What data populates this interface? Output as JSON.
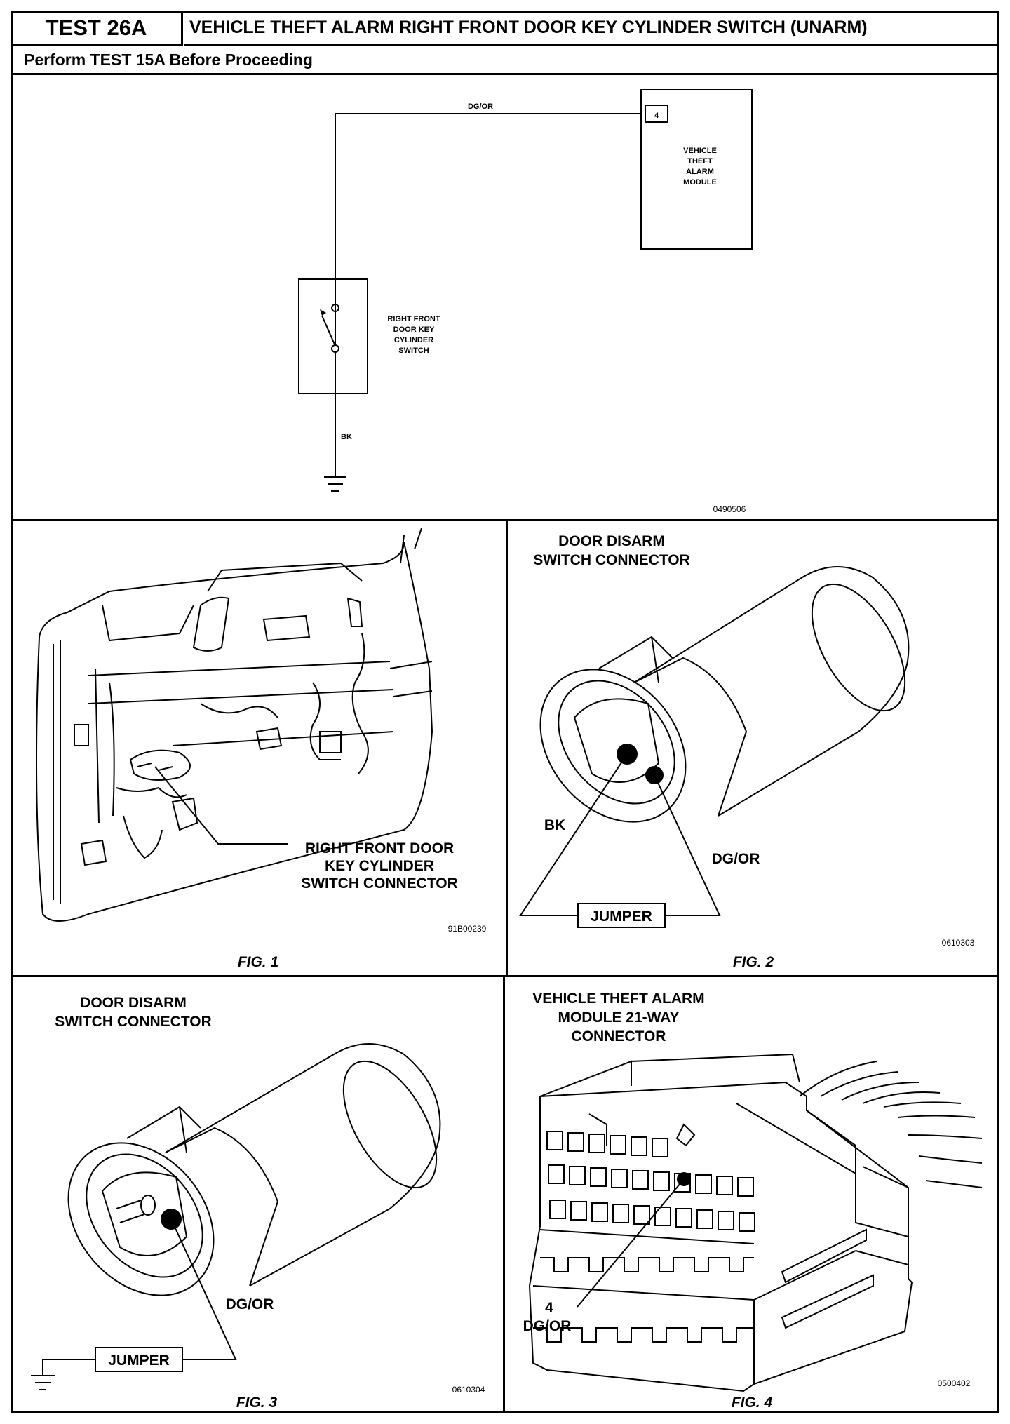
{
  "header": {
    "test_id": "TEST 26A",
    "title": "VEHICLE THEFT ALARM RIGHT FRONT DOOR KEY CYLINDER SWITCH (UNARM)",
    "subtitle": "Perform TEST 15A Before Proceeding"
  },
  "schematic": {
    "wire_top": "DG/OR",
    "pin": "4",
    "module_label": [
      "VEHICLE",
      "THEFT",
      "ALARM",
      "MODULE"
    ],
    "switch_label": [
      "RIGHT FRONT",
      "DOOR KEY",
      "CYLINDER",
      "SWITCH"
    ],
    "wire_bottom": "BK",
    "code": "0490506"
  },
  "fig1": {
    "callout": [
      "RIGHT FRONT DOOR",
      "KEY CYLINDER",
      "SWITCH CONNECTOR"
    ],
    "code": "91B00239",
    "caption": "FIG. 1"
  },
  "fig2": {
    "title": [
      "DOOR DISARM",
      "SWITCH CONNECTOR"
    ],
    "wire_a": "BK",
    "wire_b": "DG/OR",
    "jumper": "JUMPER",
    "code": "0610303",
    "caption": "FIG. 2"
  },
  "fig3": {
    "title": [
      "DOOR DISARM",
      "SWITCH CONNECTOR"
    ],
    "wire": "DG/OR",
    "jumper": "JUMPER",
    "code": "0610304",
    "caption": "FIG. 3"
  },
  "fig4": {
    "title": [
      "VEHICLE THEFT ALARM",
      "MODULE 21-WAY",
      "CONNECTOR"
    ],
    "pin": "4",
    "wire": "DG/OR",
    "code": "0500402",
    "caption": "FIG. 4"
  }
}
